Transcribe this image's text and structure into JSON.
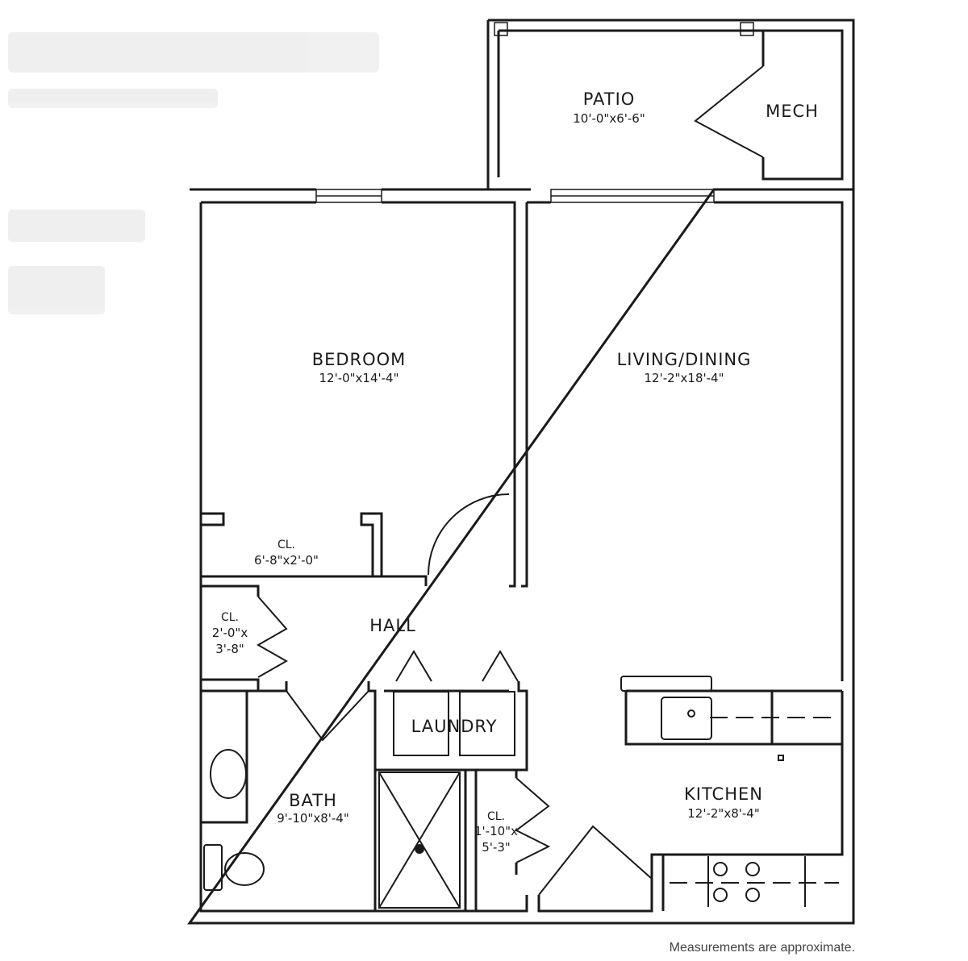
{
  "rooms": {
    "patio": {
      "name": "PATIO",
      "size": "10'-0\"x6'-6\""
    },
    "mech": {
      "name": "MECH"
    },
    "bedroom": {
      "name": "BEDROOM",
      "size": "12'-0\"x14'-4\""
    },
    "living": {
      "name": "LIVING/DINING",
      "size": "12'-2\"x18'-4\""
    },
    "bedroom_closet": {
      "name": "CL.",
      "size": "6'-8\"x2'-0\""
    },
    "hall_closet": {
      "name": "CL.",
      "size_line1": "2'-0\"x",
      "size_line2": "3'-8\""
    },
    "hall": {
      "name": "HALL"
    },
    "laundry": {
      "name": "LAUNDRY"
    },
    "bath": {
      "name": "BATH",
      "size": "9'-10\"x8'-4\""
    },
    "kitchen_closet": {
      "name": "CL.",
      "size_line1": "1'-10\"x",
      "size_line2": "5'-3\""
    },
    "kitchen": {
      "name": "KITCHEN",
      "size": "12'-2\"x8'-4\""
    }
  },
  "footer": {
    "note": "Measurements are approximate."
  },
  "colors": {
    "wall": "#1a1a1a",
    "background": "#ffffff",
    "note": "#444444"
  }
}
